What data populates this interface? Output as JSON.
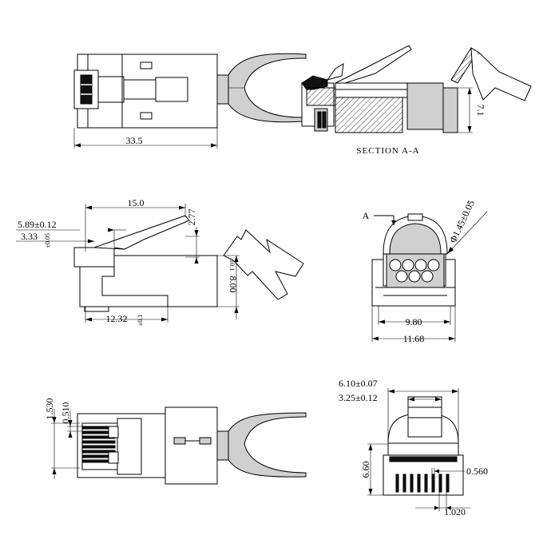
{
  "section_caption": "SECTION A-A",
  "section_marker": "A",
  "dimensions": {
    "top_length": "33.5",
    "section_height": "7.1",
    "side_top_length": "15.0",
    "side_offset": "5.89±0.12",
    "side_small": "3.33",
    "side_small_tol": "±0.05",
    "side_latch": "2.77",
    "side_height": "8.00",
    "side_height_tol": "±0.1",
    "side_bottom_length": "12.32",
    "side_bottom_tol": "±0.1",
    "front_diameter": "Φ1.45±0.05",
    "front_inner_width": "9.80",
    "front_outer_width": "11.68",
    "bottom_pitch_a": "1.530",
    "bottom_pitch_b": "0.510",
    "end_width_a": "6.10±0.07",
    "end_width_b": "3.25±0.12",
    "end_height": "6.60",
    "end_contact": "0.560",
    "end_pitch": "1.020"
  }
}
